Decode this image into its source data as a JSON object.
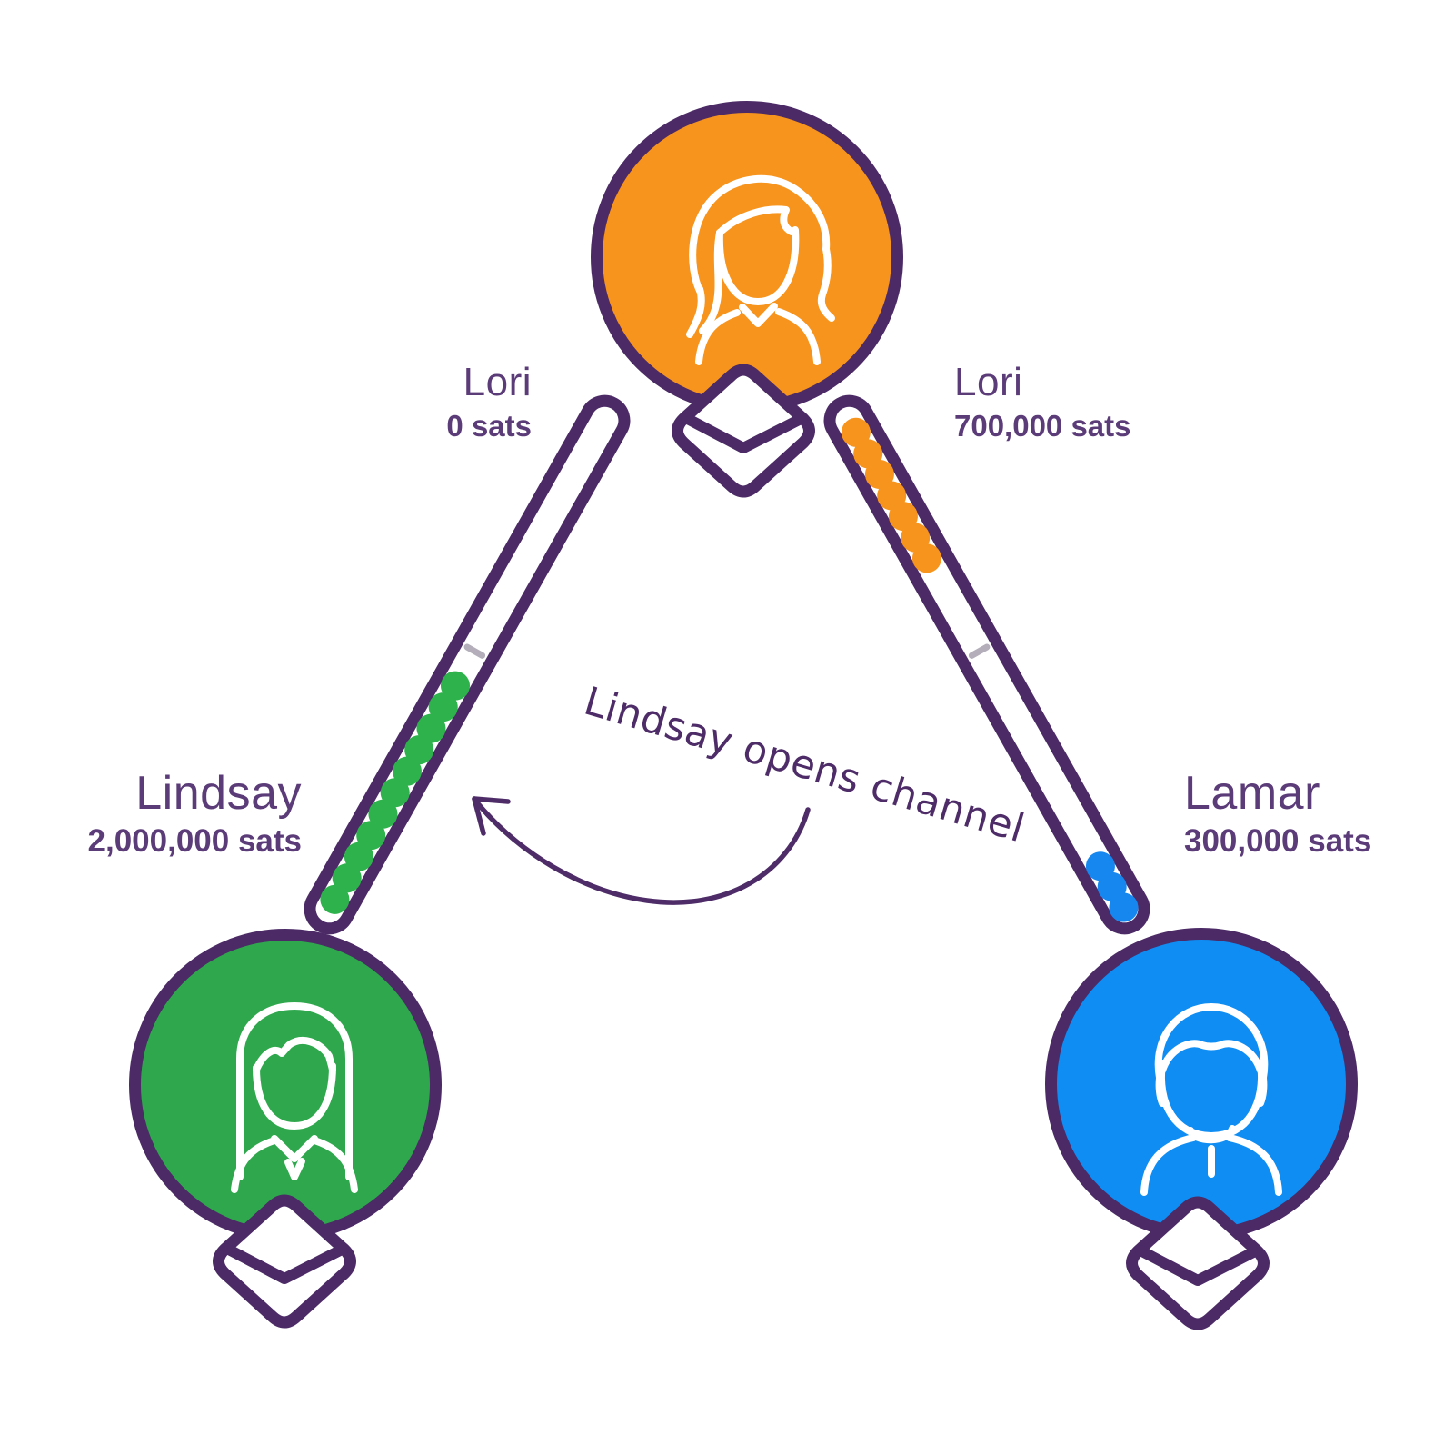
{
  "colors": {
    "background": "#ffffff",
    "stroke": "#4b2a66",
    "text": "#5b3b78",
    "ink": "#4e2c68",
    "tick": "#b3aeb9",
    "orange": "#f7941d",
    "green": "#2fa84d",
    "blue": "#0f8df3",
    "orange_dot": "#f7941d",
    "green_dot": "#2eb24c",
    "blue_dot": "#1787f0"
  },
  "nodes": {
    "lori": {
      "name": "Lori",
      "avatar": "woman-wavy-hair",
      "color": "orange"
    },
    "lindsay": {
      "name": "Lindsay",
      "avatar": "woman-long-hair",
      "color": "green"
    },
    "lamar": {
      "name": "Lamar",
      "avatar": "man-short-hair",
      "color": "blue"
    }
  },
  "labels": {
    "lori_left": {
      "name": "Lori",
      "amount": "0 sats"
    },
    "lori_right": {
      "name": "Lori",
      "amount": "700,000 sats"
    },
    "lindsay": {
      "name": "Lindsay",
      "amount": "2,000,000 sats"
    },
    "lamar": {
      "name": "Lamar",
      "amount": "300,000 sats"
    }
  },
  "channels": {
    "left": {
      "between": "Lindsay and Lori",
      "segments": [
        {
          "holder": "Lindsay",
          "color": "green_dot",
          "count": 11
        }
      ]
    },
    "right": {
      "between": "Lori and Lamar",
      "segments": [
        {
          "holder": "Lori",
          "color": "orange_dot",
          "count": 7
        },
        {
          "holder": "Lamar",
          "color": "blue_dot",
          "count": 3
        }
      ]
    }
  },
  "annotation": {
    "text": "Lindsay opens channel"
  }
}
